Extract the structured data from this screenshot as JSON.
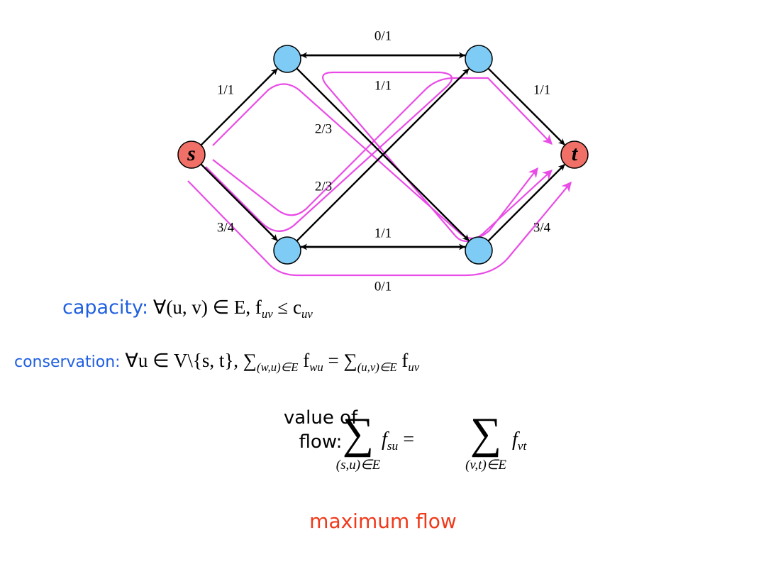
{
  "graph": {
    "nodes": [
      {
        "id": "s",
        "label": "s",
        "fill": "#f07068"
      },
      {
        "id": "a",
        "label": "",
        "fill": "#7ecbf5"
      },
      {
        "id": "b",
        "label": "",
        "fill": "#7ecbf5"
      },
      {
        "id": "c",
        "label": "",
        "fill": "#7ecbf5"
      },
      {
        "id": "d",
        "label": "",
        "fill": "#7ecbf5"
      },
      {
        "id": "t",
        "label": "t",
        "fill": "#f07068"
      }
    ],
    "edges": [
      {
        "from": "s",
        "to": "a",
        "label": "1/1"
      },
      {
        "from": "s",
        "to": "c",
        "label": "3/4"
      },
      {
        "from": "a",
        "to": "b",
        "label": "0/1"
      },
      {
        "from": "b",
        "to": "a",
        "label": "1/1"
      },
      {
        "from": "c",
        "to": "d",
        "label": "1/1"
      },
      {
        "from": "d",
        "to": "c",
        "label": "0/1"
      },
      {
        "from": "a",
        "to": "d",
        "label": "2/3"
      },
      {
        "from": "c",
        "to": "b",
        "label": "2/3"
      },
      {
        "from": "b",
        "to": "t",
        "label": "1/1"
      },
      {
        "from": "d",
        "to": "t",
        "label": "3/4"
      }
    ],
    "path_color": "#e94ce6",
    "edge_color": "#000000"
  },
  "capacity": {
    "keyword": "capacity:",
    "rule": "∀(u, v) ∈ E,  f",
    "sub1": "uv",
    "op": " ≤ c",
    "sub2": "uv"
  },
  "conservation": {
    "keyword": "conservation:",
    "part1": "∀u ∈ V\\{s, t},  ∑",
    "sub1": "(w,u)∈E",
    "part2": " f",
    "sub2": "wu",
    "part3": " = ∑",
    "sub3": "(u,v)∈E",
    "part4": " f",
    "sub4": "uv"
  },
  "value": {
    "label_line1": "value of",
    "label_line2": "flow:",
    "sigma": "∑",
    "lim1": "(s,u)∈E",
    "term1": "f",
    "term1_sub": "su",
    "equals": " = ",
    "lim2": "(v,t)∈E",
    "term2": "f",
    "term2_sub": "vt"
  },
  "footer": {
    "title": "maximum flow"
  },
  "colors": {
    "keyword_blue": "#1f5fe0",
    "title_red": "#f0391a"
  }
}
